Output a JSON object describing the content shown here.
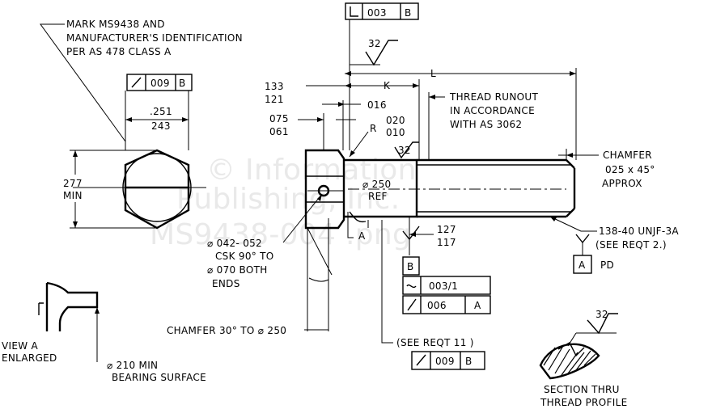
{
  "watermark": {
    "line1": "© Information",
    "line2": "Publishing, Inc.",
    "line3": "MS9438-004 .png"
  },
  "note_mark": {
    "line1": "MARK MS9438 AND",
    "line2": "MANUFACTURER'S IDENTIFICATION",
    "line3": "PER AS 478 CLASS A"
  },
  "head_fcf": {
    "tol": "009",
    "datum": "B"
  },
  "across_flats": {
    "max": ".251",
    "min": "243"
  },
  "across_corners": {
    "value": "277",
    "qual": "MIN"
  },
  "top_fcf": {
    "tol": "003",
    "datum": "B"
  },
  "finish_top": "32",
  "dim_L": "L",
  "dim_K": "K",
  "dim_133_121": {
    "max": "133",
    "min": "121"
  },
  "dim_016": "016",
  "dim_075_061": {
    "max": "075",
    "min": "061"
  },
  "radius": {
    "label": "R",
    "max": "020",
    "min": "010"
  },
  "finish_shank": "32",
  "dia_ref": {
    "value": "⌀ 250",
    "qual": "REF"
  },
  "thread_runout": {
    "line1": "THREAD RUNOUT",
    "line2": "IN ACCORDANCE",
    "line3": "WITH AS 3062"
  },
  "chamfer_end": {
    "line1": "CHAMFER",
    "line2": "025 x 45°",
    "line3": "APPROX"
  },
  "view_a_tag": "A",
  "dim_127_117": {
    "max": "127",
    "min": "117"
  },
  "thread_spec": {
    "line1": "138-40 UNJF-3A",
    "line2": "(SEE REQT 2.)"
  },
  "datum_a": {
    "letter": "A",
    "note": "PD"
  },
  "hole_note": {
    "line1": "⌀ 042- 052",
    "line2": "CSK 90° TO",
    "line3": "⌀ 070 BOTH",
    "line4": "ENDS"
  },
  "datum_b_box": "B",
  "fcf_straight": {
    "tol": "003/1"
  },
  "fcf_runout": {
    "tol": "006",
    "datum": "A"
  },
  "chamfer_head": "CHAMFER 30° TO ⌀ 250",
  "see_reqt_11": "(SEE REQT 11 )",
  "bottom_fcf": {
    "tol": "009",
    "datum": "B"
  },
  "view_a": {
    "line1": "VIEW A",
    "line2": "ENLARGED"
  },
  "bearing": {
    "line1": "⌀ 210 MIN",
    "line2": "BEARING SURFACE"
  },
  "finish_section": "32",
  "section": {
    "line1": "SECTION THRU",
    "line2": "THREAD PROFILE"
  }
}
